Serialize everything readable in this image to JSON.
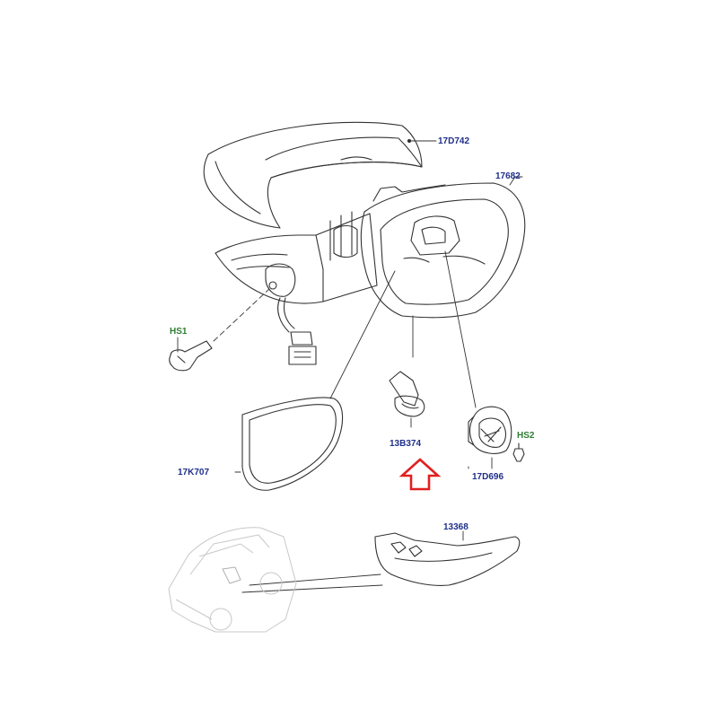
{
  "colors": {
    "part_number": "#1f2f8a",
    "fastener": "#2e7d32",
    "highlight_arrow": "#e02020",
    "line_art": "#333333"
  },
  "labels": {
    "cover_cap": "17D742",
    "mirror_housing": "17682",
    "fixing_bolt": "HS1",
    "mirror_glass": "17K707",
    "puddle_lamp": "13B374",
    "actuator_motor": "17D696",
    "actuator_screw": "HS2",
    "side_repeater": "13368"
  },
  "highlight": {
    "icon": "outline-up-arrow-icon",
    "target": "13B374"
  }
}
